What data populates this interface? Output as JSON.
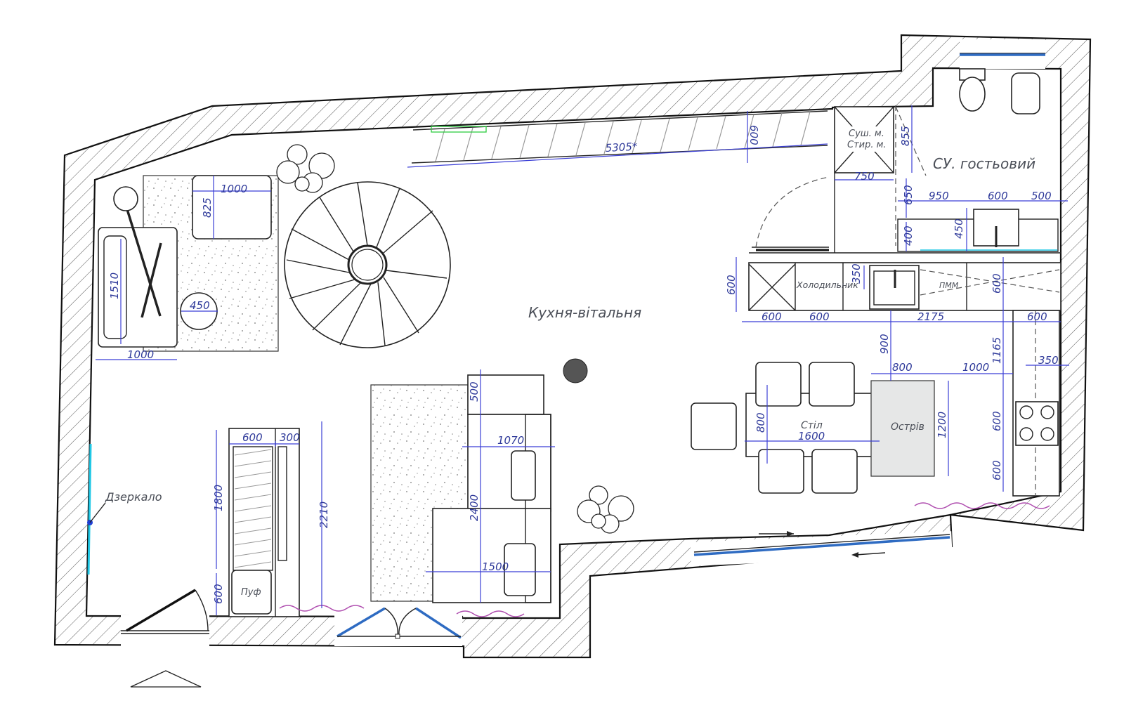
{
  "rooms": {
    "kitchen_living": "Кухня-вітальня",
    "guest_wc": "СУ. гостьовий"
  },
  "furniture": {
    "dryer": "Суш. м.",
    "washer": "Стир. м.",
    "fridge": "Холодильник",
    "dishwasher": "ПММ",
    "table": "Стіл",
    "island": "Острів",
    "pouf": "Пуф",
    "mirror": "Дзеркало"
  },
  "dimensions": {
    "wardrobe_top_600": "600",
    "wardrobe_top_300": "300",
    "wardrobe_h_1800": "1800",
    "wardrobe_h_2210": "2210",
    "pouf_600": "600",
    "bench_1000": "1000",
    "bath_1510": "1510",
    "stool_450": "450",
    "rug_1000": "1000",
    "rug_825": "825",
    "stair_5305": "5305*",
    "stair_600": "600",
    "laundry_855": "855",
    "laundry_750": "750",
    "wc_950": "950",
    "wc_600": "600",
    "wc_500": "500",
    "wc_650": "650",
    "wc_450": "450",
    "wc_400": "400",
    "k_600_v": "600",
    "k_600_a": "600",
    "k_600_b": "600",
    "k_350": "350",
    "k_2175": "2175",
    "k_600_r": "600",
    "k_600_rv": "600",
    "k_900": "900",
    "k_800": "800",
    "k_1000": "1000",
    "k_1165": "1165",
    "k_350_r": "350",
    "k_1200": "1200",
    "t_800": "800",
    "t_1600": "1600",
    "k_600_r2": "600",
    "k_600_r3": "600",
    "sofa_500": "500",
    "sofa_1070": "1070",
    "sofa_2400": "2400",
    "sofa_1500": "1500"
  },
  "colors": {
    "wall": "#111111",
    "dimension": "#3b3fd6",
    "mirror": "#20c8e6",
    "window": "#2e6bc2",
    "curtain": "#b04fb0",
    "island_fill": "#e6e7e7"
  }
}
